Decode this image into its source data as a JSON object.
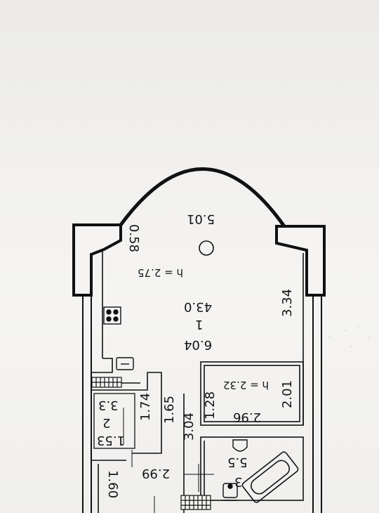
{
  "plan": {
    "main_room": {
      "number": "1",
      "area": "43.0",
      "height": "h = 2.75",
      "arc_width": "5.01",
      "width": "6.04",
      "left_edge": "0.58",
      "right_depth": "3.34",
      "lower_length": "1.65",
      "corridor_length": "3.04"
    },
    "closet": {
      "number": "2",
      "area": "3.3",
      "width": "1.53",
      "length": "1.74"
    },
    "lower_hall": {
      "length": "1.60"
    },
    "bathroom": {
      "number": "3",
      "area": "5.5",
      "width": "2.99"
    },
    "balcony": {
      "length": "2.96",
      "depth": "1.28",
      "right_depth": "2.01",
      "height": "h = 2.32"
    }
  }
}
